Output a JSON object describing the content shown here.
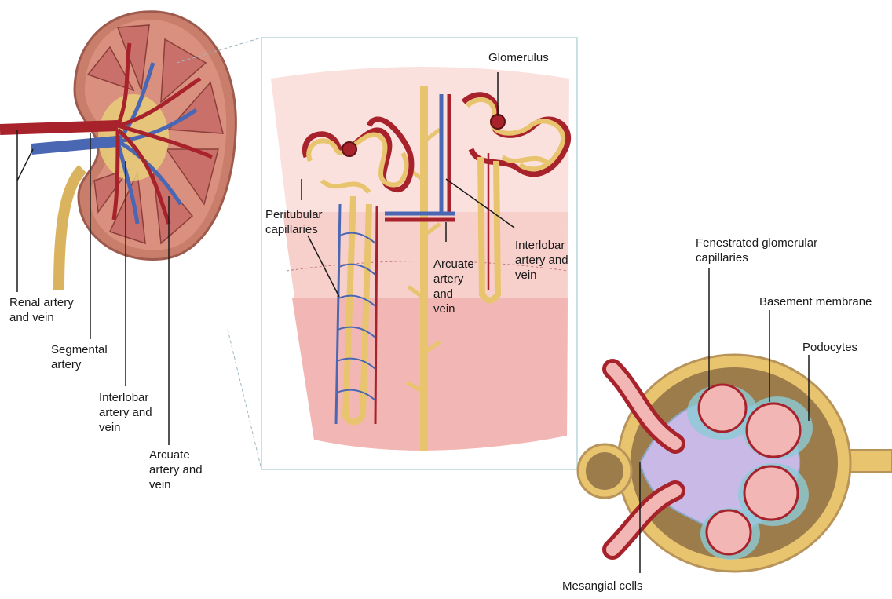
{
  "labels": {
    "renal_artery_vein": "Renal artery\nand vein",
    "segmental_artery": "Segmental\nartery",
    "interlobar_left": "Interlobar\nartery and\nvein",
    "arcuate_left": "Arcuate\nartery and\nvein",
    "glomerulus": "Glomerulus",
    "peritubular": "Peritubular\ncapillaries",
    "arcuate_mid": "Arcuate\nartery\nand\nvein",
    "interlobar_mid": "Interlobar\nartery and\nvein",
    "fenestrated": "Fenestrated glomerular\ncapillaries",
    "basement": "Basement membrane",
    "podocytes": "Podocytes",
    "mesangial": "Mesangial cells"
  },
  "colors": {
    "artery": "#a8222c",
    "vein": "#4a67b3",
    "tubule": "#e8c46e",
    "cortex": "#fbe1dd",
    "medulla": "#f2b7b5",
    "capsule": "#b9945a",
    "mesangial": "#c8b9e6",
    "podocyte": "#8ccbd6"
  }
}
